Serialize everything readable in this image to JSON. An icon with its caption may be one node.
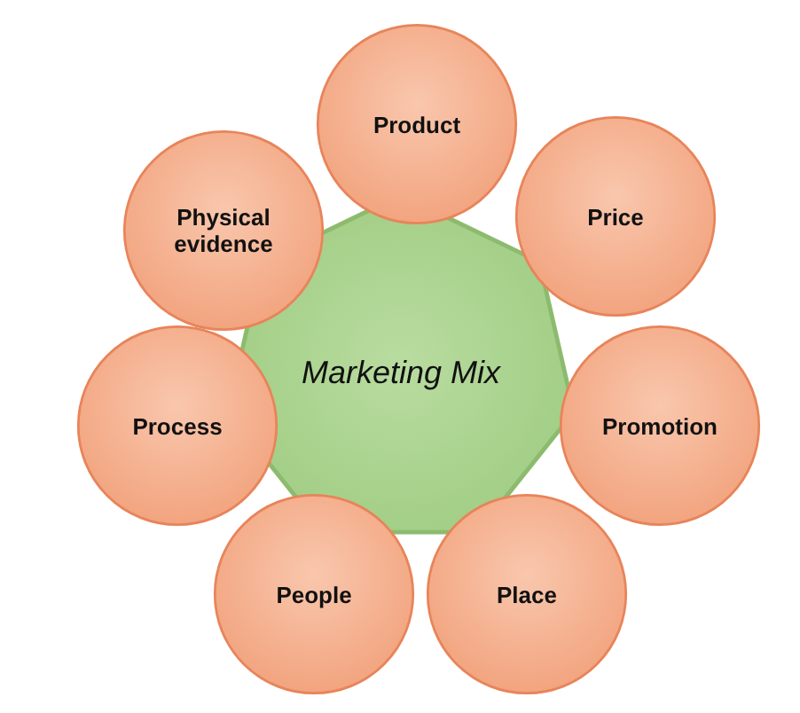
{
  "diagram": {
    "nodes": [
      {
        "text": [
          "Product"
        ]
      },
      {
        "text": [
          "Physical evidence"
        ]
      },
      {
        "text": [
          "Price"
        ]
      },
      {
        "text": [
          "Marketing Mix"
        ]
      },
      {
        "text": [
          "Process"
        ]
      },
      {
        "text": [
          "Promotion"
        ]
      },
      {
        "text": [
          "People"
        ]
      },
      {
        "text": [
          "Place"
        ]
      }
    ]
  }
}
